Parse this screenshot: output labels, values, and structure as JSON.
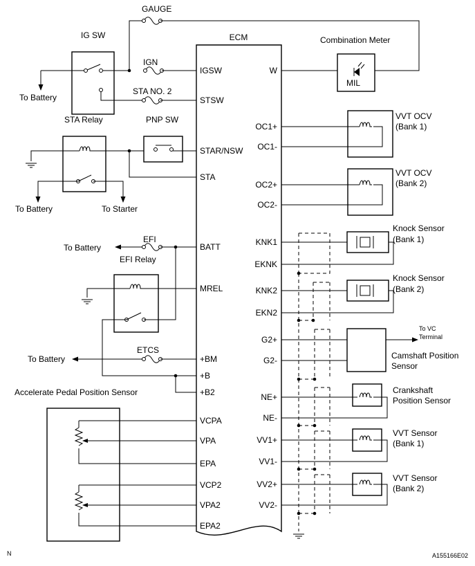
{
  "ecm": {
    "title": "ECM",
    "pins_left": [
      "IGSW",
      "STSW",
      "STAR/NSW",
      "STA",
      "BATT",
      "MREL",
      "+BM",
      "+B",
      "+B2",
      "VCPA",
      "VPA",
      "EPA",
      "VCP2",
      "VPA2",
      "EPA2"
    ],
    "pins_right": [
      "W",
      "OC1+",
      "OC1-",
      "OC2+",
      "OC2-",
      "KNK1",
      "EKNK",
      "KNK2",
      "EKN2",
      "G2+",
      "G2-",
      "NE+",
      "NE-",
      "VV1+",
      "VV1-",
      "VV2+",
      "VV2-"
    ]
  },
  "left": {
    "gauge": "GAUGE",
    "ig_sw": "IG SW",
    "ign": "IGN",
    "to_battery_1": "To Battery",
    "sta_no2": "STA NO. 2",
    "sta_relay": "STA Relay",
    "pnp_sw": "PNP SW",
    "to_battery_2": "To Battery",
    "to_starter": "To Starter",
    "efi": "EFI",
    "to_battery_3": "To Battery",
    "efi_relay": "EFI Relay",
    "etcs": "ETCS",
    "to_battery_4": "To Battery",
    "apps": "Accelerate Pedal Position Sensor"
  },
  "right": {
    "combination_meter": "Combination Meter",
    "mil": "MIL",
    "vvt_ocv_1": [
      "VVT OCV",
      "(Bank 1)"
    ],
    "vvt_ocv_2": [
      "VVT OCV",
      "(Bank 2)"
    ],
    "knock_1": [
      "Knock Sensor",
      "(Bank 1)"
    ],
    "knock_2": [
      "Knock Sensor",
      "(Bank 2)"
    ],
    "to_vc": [
      "To VC",
      "Terminal"
    ],
    "camshaft": [
      "Camshaft Position",
      "Sensor"
    ],
    "crankshaft": [
      "Crankshaft",
      "Position Sensor"
    ],
    "vvt_sensor_1": [
      "VVT Sensor",
      "(Bank 1)"
    ],
    "vvt_sensor_2": [
      "VVT Sensor",
      "(Bank 2)"
    ]
  },
  "footer": {
    "left_mark": "N",
    "code": "A155166E02"
  }
}
